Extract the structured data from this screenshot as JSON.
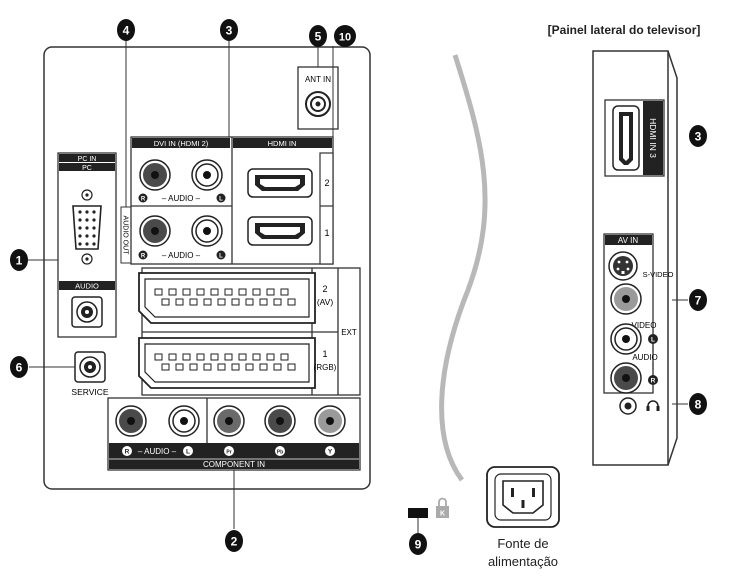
{
  "side_panel_title": "[Painel lateral do televisor]",
  "callouts": {
    "c1": "1",
    "c2": "2",
    "c3": "3",
    "c3b": "3",
    "c4": "4",
    "c5": "5",
    "c6": "6",
    "c7": "7",
    "c8": "8",
    "c9": "9",
    "c10": "10"
  },
  "rear": {
    "ant_in": "ANT IN",
    "pc_in_title": "PC IN",
    "pc_label": "PC",
    "audio_label": "AUDIO",
    "audio_out": "AUDIO OUT",
    "service": "SERVICE",
    "dvi_title": "DVI IN (HDMI 2)",
    "hdmi_in_title": "HDMI IN",
    "audio_row_label": "– AUDIO –",
    "hdmi_num_2": "2",
    "hdmi_num_1": "1",
    "scart_top_num": "2",
    "scart_top_sub": "(AV)",
    "scart_bottom_num": "1",
    "scart_bottom_sub": "(RGB)",
    "ext": "EXT",
    "component_audio": "– AUDIO –",
    "component_title": "COMPONENT IN",
    "r": "R",
    "l": "L",
    "pb": "Pb",
    "pr": "Pr",
    "y": "Y"
  },
  "side": {
    "hdmi3": "HDMI IN 3",
    "av_in": "AV IN",
    "s_video": "S-VIDEO",
    "video": "VIDEO",
    "audio": "AUDIO",
    "l": "L",
    "r": "R",
    "headphone_icon": "headphone-icon"
  },
  "power_label_line1": "Fonte de",
  "power_label_line2": "alimentação",
  "kensington_icon": "kensington-lock-icon"
}
